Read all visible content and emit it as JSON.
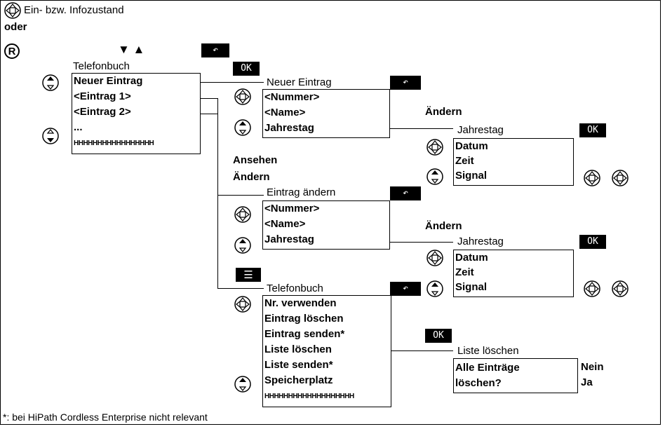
{
  "header": {
    "idle_state": "Ein- bzw. Infozustand",
    "or": "oder",
    "r_key": "R",
    "arrows": "▼ ▲"
  },
  "phonebook": {
    "title": "Telefonbuch",
    "items": [
      "Neuer Eintrag",
      "<Eintrag 1>",
      "<Eintrag 2>",
      "..."
    ],
    "scrollbar": "HHHHHHHHHHHHHHHHH"
  },
  "new_entry": {
    "softkey_ok": "OK",
    "title": "Neuer Eintrag",
    "items": [
      "<Nummer>",
      "<Name>",
      "Jahrestag"
    ]
  },
  "labels": {
    "aendern": "Ändern",
    "ansehen": "Ansehen",
    "aendern2": "Ändern",
    "aendern3": "Ändern"
  },
  "anniversary1": {
    "title": "Jahrestag",
    "softkey_ok": "OK",
    "items": [
      "Datum",
      "Zeit",
      "Signal"
    ]
  },
  "edit_entry": {
    "title": "Eintrag ändern",
    "items": [
      "<Nummer>",
      "<Name>",
      "Jahrestag"
    ]
  },
  "anniversary2": {
    "title": "Jahrestag",
    "softkey_ok": "OK",
    "items": [
      "Datum",
      "Zeit",
      "Signal"
    ]
  },
  "phonebook_menu": {
    "title": "Telefonbuch",
    "items": [
      "Nr. verwenden",
      "Eintrag löschen",
      "Eintrag senden*",
      "Liste löschen",
      "Liste senden*",
      "Speicherplatz"
    ],
    "scrollbar": "HHHHHHHHHHHHHHHHHHH"
  },
  "delete_list": {
    "softkey_ok": "OK",
    "title": "Liste löschen",
    "line1": "Alle Einträge",
    "line2": "löschen?",
    "no": "Nein",
    "yes": "Ja"
  },
  "footnote": "*: bei HiPath Cordless Enterprise nicht relevant"
}
